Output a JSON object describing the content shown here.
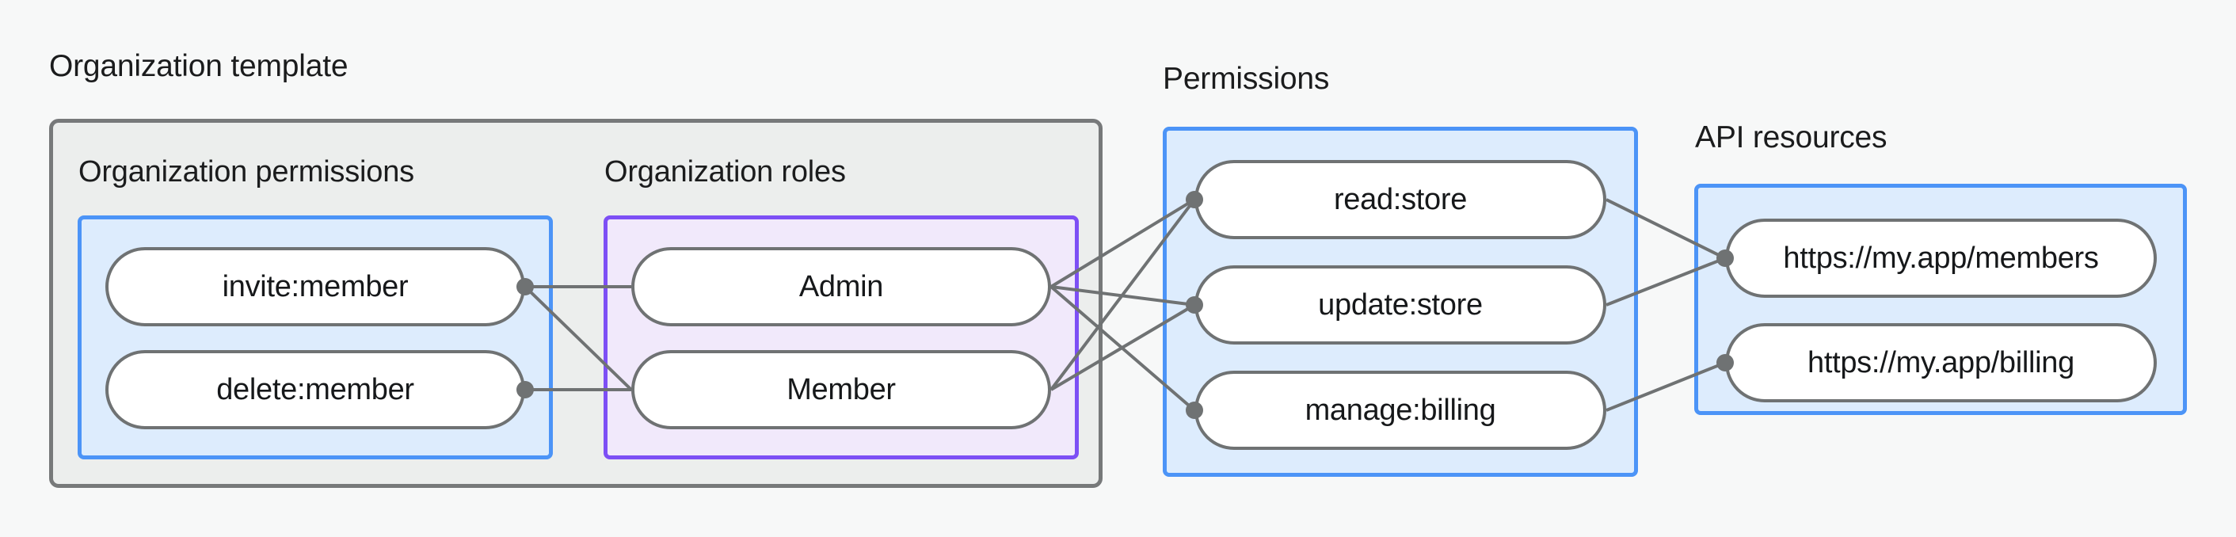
{
  "diagram": {
    "title_groups": [
      {
        "id": "organization-template",
        "label": "Organization template"
      },
      {
        "id": "permissions",
        "label": "Permissions"
      },
      {
        "id": "api-resources",
        "label": "API resources"
      }
    ],
    "sub_groups": [
      {
        "id": "organization-permissions",
        "label": "Organization permissions"
      },
      {
        "id": "organization-roles",
        "label": "Organization roles"
      }
    ],
    "organization_permissions": [
      "invite:member",
      "delete:member"
    ],
    "organization_roles": [
      "Admin",
      "Member"
    ],
    "permissions": [
      "read:store",
      "update:store",
      "manage:billing"
    ],
    "api_resources": [
      "https://my.app/members",
      "https://my.app/billing"
    ],
    "connections": [
      {
        "from": "invite:member",
        "to": "Admin"
      },
      {
        "from": "invite:member",
        "to": "Member"
      },
      {
        "from": "delete:member",
        "to": "Member"
      },
      {
        "from": "Admin",
        "to": "read:store"
      },
      {
        "from": "Admin",
        "to": "update:store"
      },
      {
        "from": "Admin",
        "to": "manage:billing"
      },
      {
        "from": "Member",
        "to": "read:store"
      },
      {
        "from": "Member",
        "to": "update:store"
      },
      {
        "from": "read:store",
        "to": "https://my.app/members"
      },
      {
        "from": "update:store",
        "to": "https://my.app/members"
      },
      {
        "from": "manage:billing",
        "to": "https://my.app/billing"
      }
    ],
    "colors": {
      "page_background": "#f7f8f8",
      "outer_box_fill": "#eceeed",
      "outer_box_border": "#77797a",
      "blue_box_fill": "#ddecfd",
      "blue_box_border": "#4c94f7",
      "purple_box_fill": "#f1e9fb",
      "purple_box_border": "#7d4ff5",
      "pill_fill": "#ffffff",
      "pill_border": "#6f7273",
      "edge_stroke": "#6f7273",
      "text": "#1b1c1d"
    }
  }
}
